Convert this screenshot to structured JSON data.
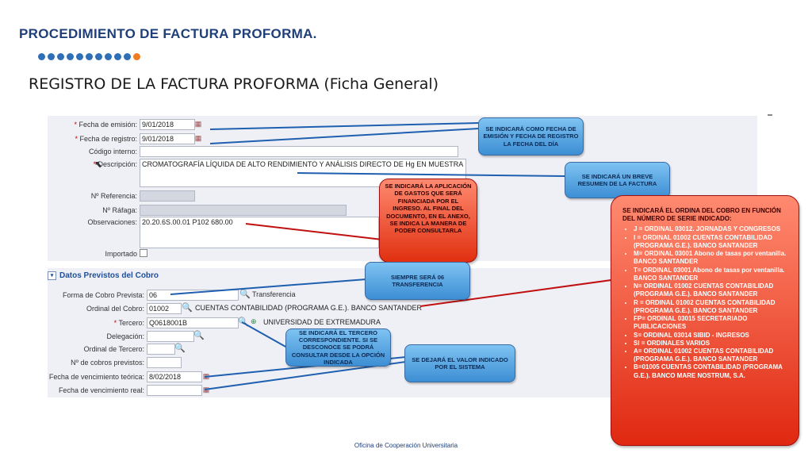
{
  "header": {
    "title": "PROCEDIMIENTO DE FACTURA PROFORMA.",
    "subtitle": "REGISTRO DE LA FACTURA PROFORMA (Ficha General)"
  },
  "colors": {
    "accent_blue": "#2f6fb8",
    "accent_orange": "#f07c22",
    "callout_red": "#e03010",
    "callout_blue": "#3d8ed4"
  },
  "form": {
    "fecha_emision": {
      "label": "Fecha de emisión:",
      "value": "9/01/2018"
    },
    "fecha_registro": {
      "label": "Fecha de registro:",
      "value": "9/01/2018"
    },
    "codigo_interno": {
      "label": "Código interno:",
      "value": ""
    },
    "descripcion": {
      "label": "Descripción:",
      "value": "CROMATOGRAFÍA LÍQUIDA DE ALTO RENDIMIENTO Y ANÁLISIS DIRECTO DE Hg EN MUESTRA"
    },
    "referencia": {
      "label": "Nº Referencia:",
      "value": ""
    },
    "rafaga": {
      "label": "Nº Ráfaga:",
      "value": ""
    },
    "observaciones": {
      "label": "Observaciones:",
      "value": "20.20.6S.00.01 P102 680.00"
    },
    "importado": {
      "label": "Importado"
    }
  },
  "cobro": {
    "section_title": "Datos Previstos del Cobro",
    "forma": {
      "label": "Forma de Cobro Prevista:",
      "value": "06",
      "text": "Transferencia"
    },
    "ordinal": {
      "label": "Ordinal del Cobro:",
      "value": "01002",
      "text": "CUENTAS CONTABILIDAD (PROGRAMA G.E.). BANCO SANTANDER"
    },
    "tercero": {
      "label": "Tercero:",
      "value": "Q0618001B",
      "text": "UNIVERSIDAD DE EXTREMADURA"
    },
    "delegacion": {
      "label": "Delegación:",
      "value": ""
    },
    "ordinal_tercero": {
      "label": "Ordinal de Tercero:",
      "value": ""
    },
    "num_cobros": {
      "label": "Nº de cobros previstos:",
      "value": ""
    },
    "vencimiento_teorica": {
      "label": "Fecha de vencimiento teórica:",
      "value": "8/02/2018"
    },
    "vencimiento_real": {
      "label": "Fecha de vencimiento real:",
      "value": ""
    }
  },
  "callouts": {
    "fecha": "SE INDICARÁ COMO FECHA DE EMISIÓN Y FECHA DE REGISTRO LA FECHA DEL DÍA",
    "descripcion": "SE INDICARÁ UN BREVE RESUMEN DE LA FACTURA",
    "observaciones": "SE INDICARÁ LA APLICACIÓN DE GASTOS QUE SERÁ FINANCIADA POR EL INGRESO. AL FINAL DEL DOCUMENTO, EN EL ANEXO, SE INDICA LA MANERA DE PODER CONSULTARLA",
    "forma": "SIEMPRE SERÁ 06 TRANSFERENCIA",
    "tercero": "SE INDICARÁ EL TERCERO CORRESPONDIENTE. SI SE DESCONOCE SE PODRÁ CONSULTAR DESDE LA OPCIÓN INDICADA",
    "vencimiento": "SE DEJARÁ EL VALOR INDICADO POR EL SISTEMA",
    "serie_intro": "SE INDICARÁ EL ORDINA DEL COBRO EN FUNCIÓN DEL NÚMERO DE SERIE INDICADO:",
    "serie_items": [
      "J = ORDINAL 03012. JORNADAS Y CONGRESOS",
      "I = ORDINAL 01002 CUENTAS CONTABILIDAD (PROGRAMA G.E.). BANCO SANTANDER",
      "M= ORDINAL 03001 Abono de tasas por ventanilla. BANCO SANTANDER",
      "T= ORDINAL 03001 Abono de tasas por ventanilla. BANCO SANTANDER",
      "N= ORDINAL 01002 CUENTAS CONTABILIDAD (PROGRAMA G.E.). BANCO SANTANDER",
      "R = ORDINAL 01002 CUENTAS CONTABILIDAD (PROGRAMA G.E.). BANCO SANTANDER",
      "FP= ORDINAL 03015 SECRETARIADO PUBLICACIONES",
      "S= ORDINAL 03014 SIBID - INGRESOS",
      "SI = ORDINALES VARIOS",
      "A= ORDINAL 01002 CUENTAS CONTABILIDAD (PROGRAMA G.E.). BANCO SANTANDER",
      "B=01005 CUENTAS CONTABILIDAD (PROGRAMA G.E.). BANCO MARE NOSTRUM, S.A."
    ]
  },
  "footer": "Oficina de Cooperación Universitaria"
}
